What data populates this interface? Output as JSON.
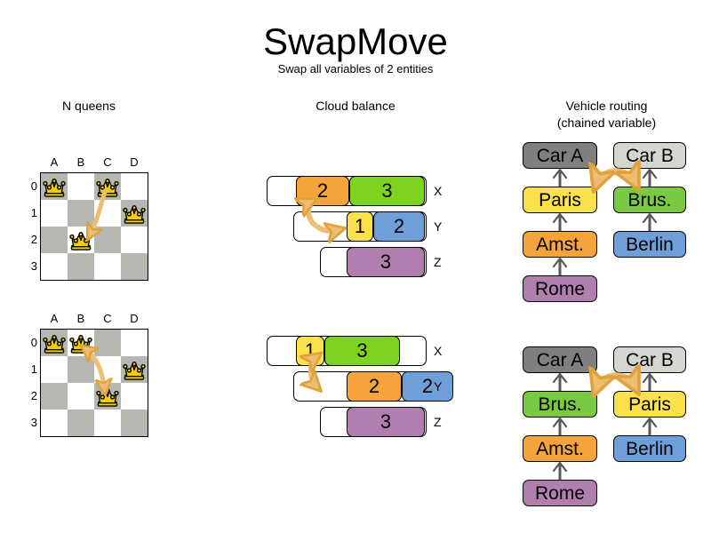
{
  "header": {
    "title": "SwapMove",
    "subtitle": "Swap all variables of 2 entities"
  },
  "columns": [
    {
      "id": "n-queens",
      "label": "N queens"
    },
    {
      "id": "cloud-balance",
      "label": "Cloud balance"
    },
    {
      "id": "vehicle-routing",
      "label": "Vehicle routing\n(chained variable)",
      "line1": "Vehicle routing",
      "line2": "(chained variable)"
    }
  ],
  "colors": {
    "board_dark": "#b4b8b0",
    "board_light": "#ffffff",
    "arrow": "#e0a33c",
    "arrow_fill": "#eebd74",
    "orange": "#f5a43c",
    "green": "#7ed321",
    "green2": "#7ac943",
    "yellow": "#fbe14b",
    "blue": "#6f9fd8",
    "purple": "#b07fb0",
    "gray_dark": "#7f7f7f",
    "gray_light": "#d6d6d0",
    "queen_gold": "#f2cb0e",
    "outline": "#000000"
  },
  "n_queens": {
    "columns": [
      "A",
      "B",
      "C",
      "D"
    ],
    "rows": [
      "0",
      "1",
      "2",
      "3"
    ],
    "before": {
      "queens": [
        {
          "col": "A",
          "row": "0"
        },
        {
          "col": "C",
          "row": "0"
        },
        {
          "col": "D",
          "row": "1"
        },
        {
          "col": "B",
          "row": "2"
        }
      ],
      "move_arrow": {
        "from": "C0",
        "to": "B2",
        "double": false
      }
    },
    "after": {
      "queens": [
        {
          "col": "A",
          "row": "0"
        },
        {
          "col": "B",
          "row": "0"
        },
        {
          "col": "D",
          "row": "1"
        },
        {
          "col": "C",
          "row": "2"
        }
      ],
      "move_arrow": {
        "from": "B0",
        "to": "C2",
        "double": true
      }
    }
  },
  "cloud_balance": {
    "row_labels": [
      "X",
      "Y",
      "Z"
    ],
    "before": {
      "rows": [
        {
          "label": "X",
          "segments": [
            {
              "value": "2",
              "color": "orange"
            },
            {
              "value": "3",
              "color": "green"
            }
          ]
        },
        {
          "label": "Y",
          "segments": [
            {
              "value": "1",
              "color": "yellow"
            },
            {
              "value": "2",
              "color": "blue"
            }
          ]
        },
        {
          "label": "Z",
          "segments": [
            {
              "value": "3",
              "color": "purple"
            }
          ]
        }
      ],
      "move_arrow": {
        "from": "Y-process-1",
        "to": "X-process-2",
        "double": false
      }
    },
    "after": {
      "rows": [
        {
          "label": "X",
          "segments": [
            {
              "value": "1",
              "color": "yellow"
            },
            {
              "value": "3",
              "color": "green"
            }
          ]
        },
        {
          "label": "Y",
          "segments": [
            {
              "value": "2",
              "color": "orange"
            },
            {
              "value": "2",
              "color": "blue"
            }
          ]
        },
        {
          "label": "Z",
          "segments": [
            {
              "value": "3",
              "color": "purple"
            }
          ]
        }
      ],
      "move_arrow": {
        "from": "X-process-1",
        "to": "Y-process-2",
        "double": true
      }
    }
  },
  "vehicle_routing": {
    "before": {
      "chains": [
        {
          "vehicle": "Car A",
          "vehicle_color": "gray_dark",
          "nodes": [
            {
              "label": "Paris",
              "color": "yellow"
            },
            {
              "label": "Amst.",
              "color": "orange"
            },
            {
              "label": "Rome",
              "color": "purple"
            }
          ]
        },
        {
          "vehicle": "Car B",
          "vehicle_color": "gray_light",
          "nodes": [
            {
              "label": "Brus.",
              "color": "green2"
            },
            {
              "label": "Berlin",
              "color": "blue"
            }
          ]
        }
      ],
      "move_arrow": {
        "from": "Paris",
        "to": "Brus.",
        "double": true
      }
    },
    "after": {
      "chains": [
        {
          "vehicle": "Car A",
          "vehicle_color": "gray_dark",
          "nodes": [
            {
              "label": "Brus.",
              "color": "green2"
            },
            {
              "label": "Amst.",
              "color": "orange"
            },
            {
              "label": "Rome",
              "color": "purple"
            }
          ]
        },
        {
          "vehicle": "Car B",
          "vehicle_color": "gray_light",
          "nodes": [
            {
              "label": "Paris",
              "color": "yellow"
            },
            {
              "label": "Berlin",
              "color": "blue"
            }
          ]
        }
      ],
      "move_arrow": {
        "from": "Brus.",
        "to": "Paris",
        "double": true
      }
    }
  }
}
